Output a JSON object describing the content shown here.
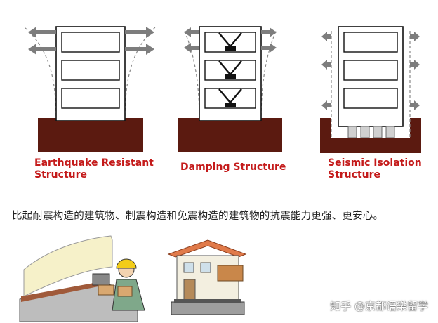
{
  "diagrams": [
    {
      "title_line1": "Earthquake Resistant",
      "title_line2": "Structure"
    },
    {
      "title_line1": "Damping Structure",
      "title_line2": ""
    },
    {
      "title_line1": "Seismic Isolation",
      "title_line2": "Structure"
    }
  ],
  "caption": "比起耐震构造的建筑物、制震构造和免震构造的建筑物的抗震能力更强、更安心。",
  "watermark": "知乎 @京都语樂留学",
  "colors": {
    "ground": "#5b1a10",
    "arrow": "#7a7a7a",
    "label": "#c41a1a",
    "helmet": "#f2cc1a",
    "roof": "#e07a4a"
  }
}
